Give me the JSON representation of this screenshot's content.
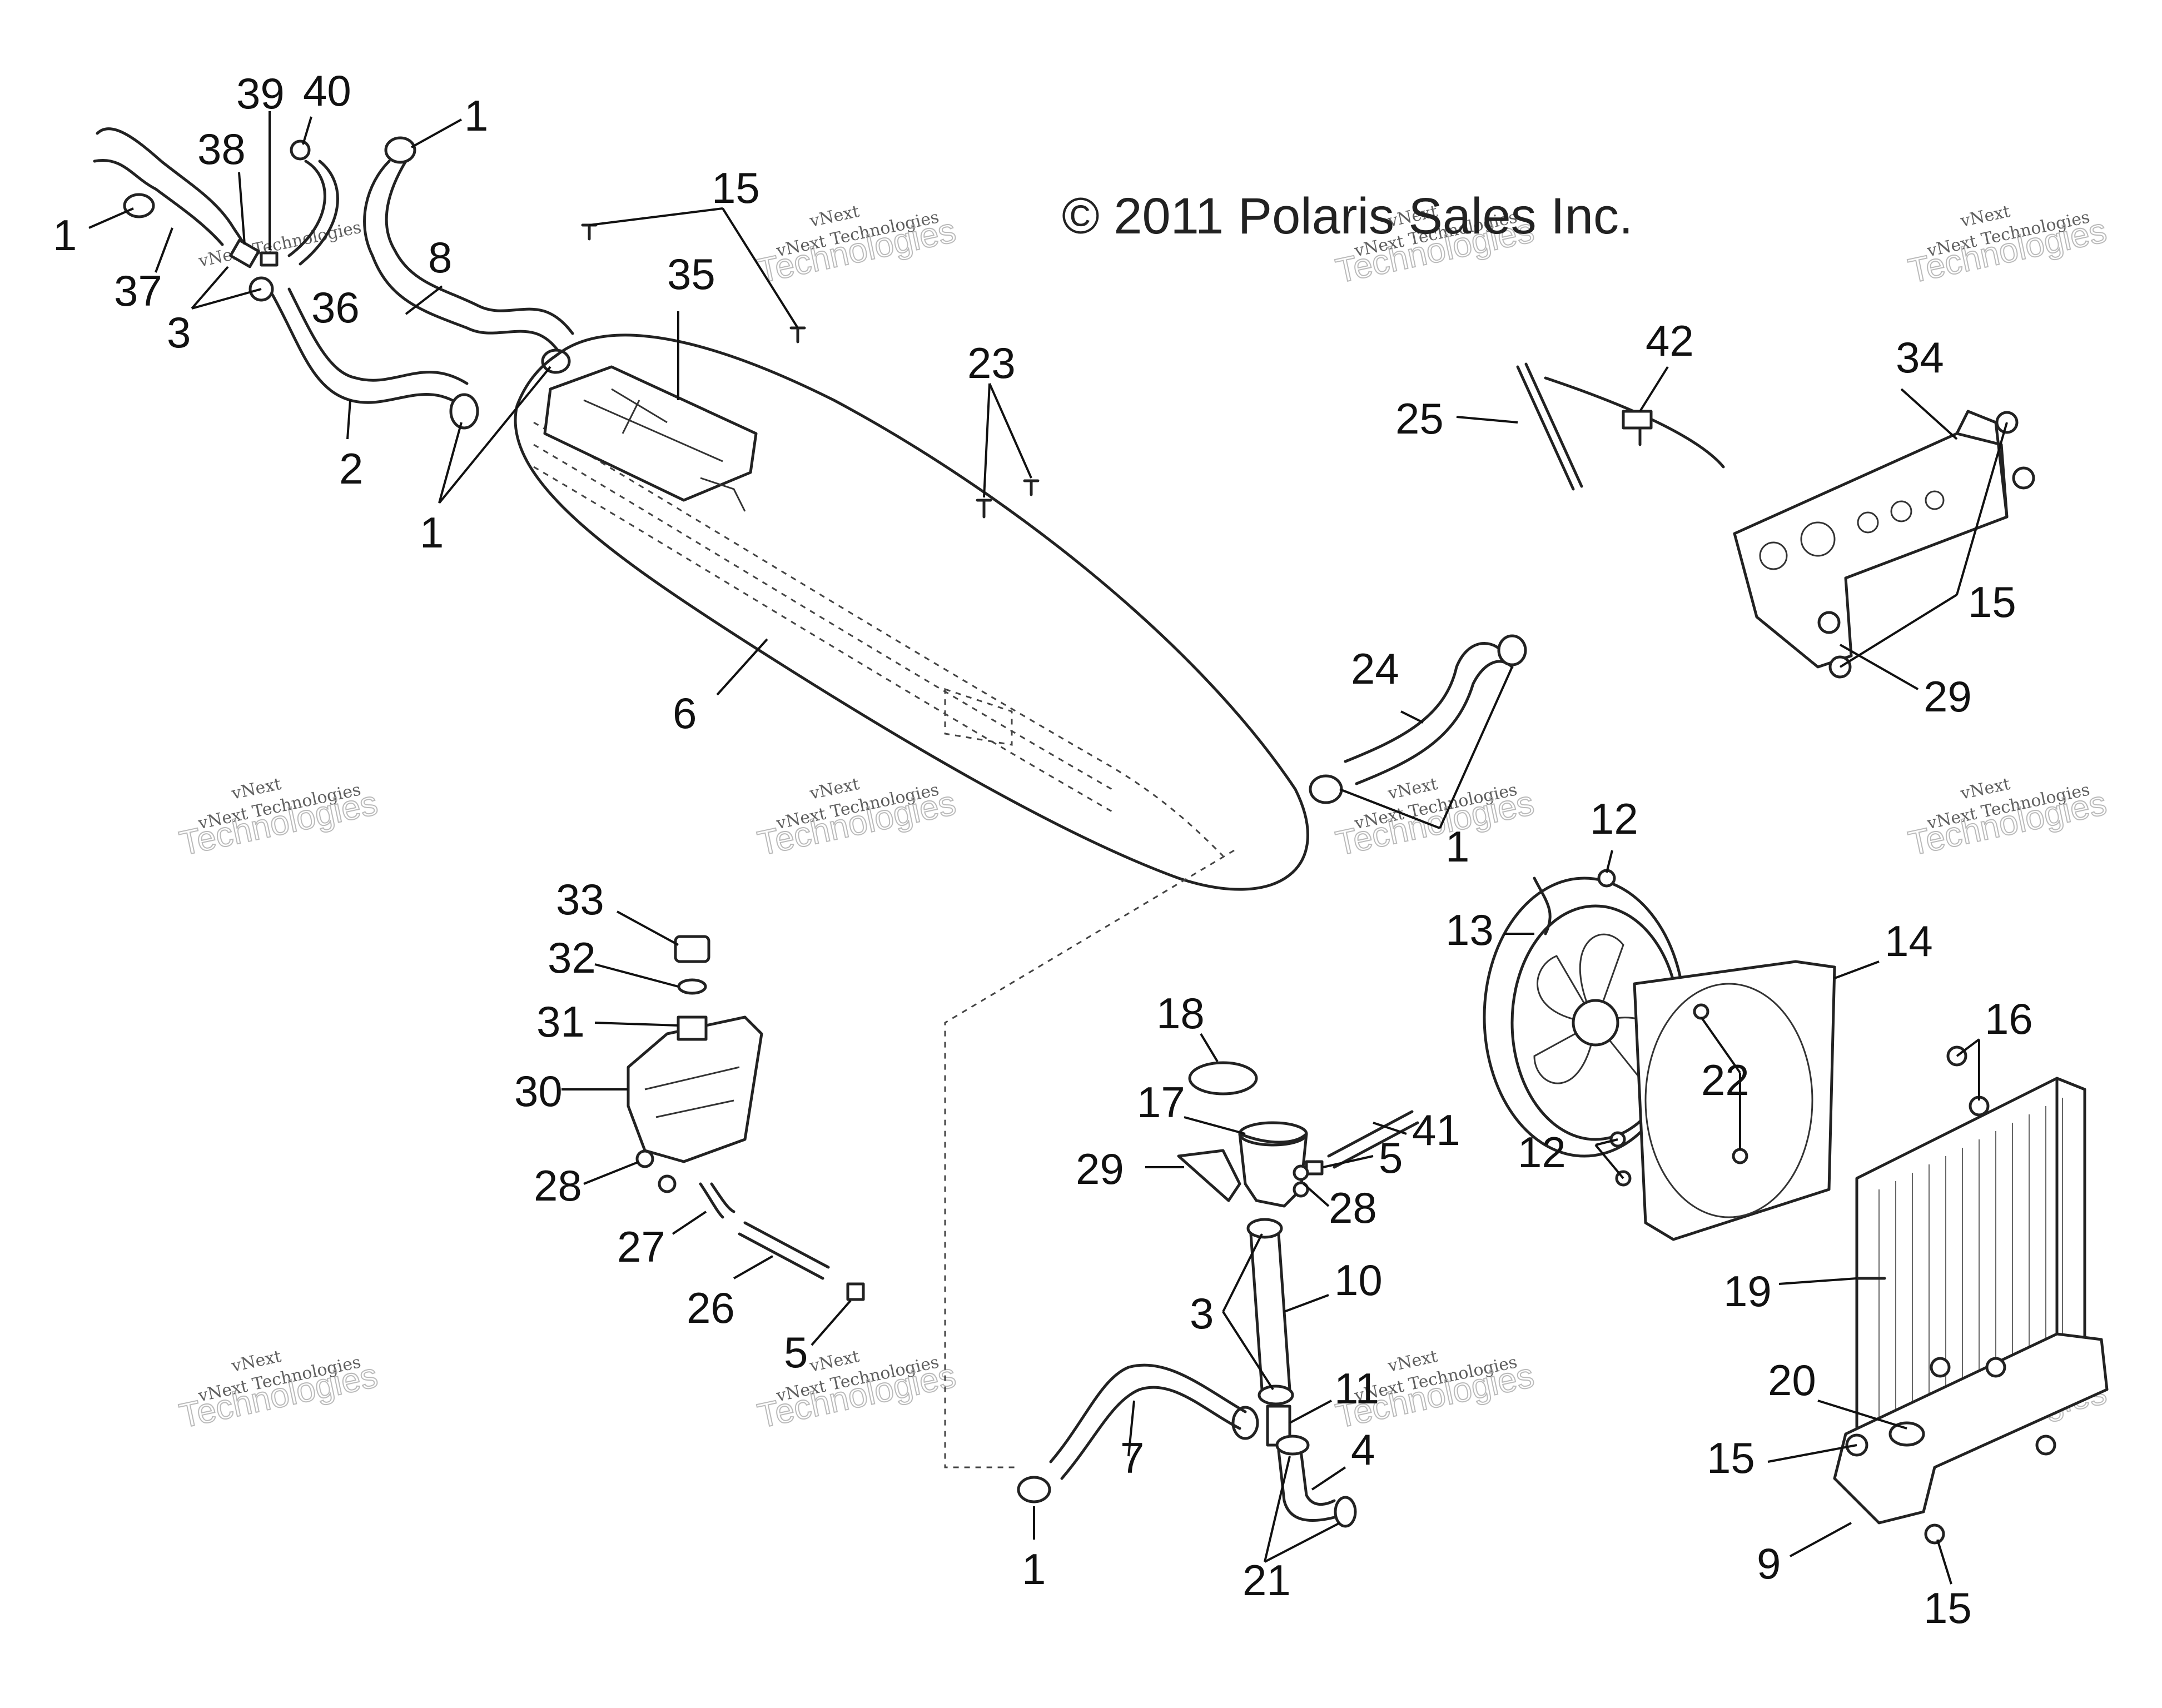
{
  "copyright": "© 2011 Polaris Sales Inc.",
  "watermark": {
    "line1": "vNext",
    "line2": "vNext Technologies",
    "line3": "Technologies"
  },
  "callouts": [
    {
      "id": "c1a",
      "label": "1"
    },
    {
      "id": "c37",
      "label": "37"
    },
    {
      "id": "c3a",
      "label": "3"
    },
    {
      "id": "c38",
      "label": "38"
    },
    {
      "id": "c39",
      "label": "39"
    },
    {
      "id": "c40",
      "label": "40"
    },
    {
      "id": "c36",
      "label": "36"
    },
    {
      "id": "c1b",
      "label": "1"
    },
    {
      "id": "c8",
      "label": "8"
    },
    {
      "id": "c2",
      "label": "2"
    },
    {
      "id": "c1c",
      "label": "1"
    },
    {
      "id": "c15a",
      "label": "15"
    },
    {
      "id": "c35",
      "label": "35"
    },
    {
      "id": "c6",
      "label": "6"
    },
    {
      "id": "c23",
      "label": "23"
    },
    {
      "id": "c25",
      "label": "25"
    },
    {
      "id": "c42",
      "label": "42"
    },
    {
      "id": "c34",
      "label": "34"
    },
    {
      "id": "c15b",
      "label": "15"
    },
    {
      "id": "c29a",
      "label": "29"
    },
    {
      "id": "c24",
      "label": "24"
    },
    {
      "id": "c1d",
      "label": "1"
    },
    {
      "id": "c12a",
      "label": "12"
    },
    {
      "id": "c13",
      "label": "13"
    },
    {
      "id": "c14",
      "label": "14"
    },
    {
      "id": "c22",
      "label": "22"
    },
    {
      "id": "c12b",
      "label": "12"
    },
    {
      "id": "c16",
      "label": "16"
    },
    {
      "id": "c19",
      "label": "19"
    },
    {
      "id": "c20",
      "label": "20"
    },
    {
      "id": "c15c",
      "label": "15"
    },
    {
      "id": "c9",
      "label": "9"
    },
    {
      "id": "c15d",
      "label": "15"
    },
    {
      "id": "c33",
      "label": "33"
    },
    {
      "id": "c32",
      "label": "32"
    },
    {
      "id": "c31",
      "label": "31"
    },
    {
      "id": "c30",
      "label": "30"
    },
    {
      "id": "c28a",
      "label": "28"
    },
    {
      "id": "c27",
      "label": "27"
    },
    {
      "id": "c26",
      "label": "26"
    },
    {
      "id": "c5a",
      "label": "5"
    },
    {
      "id": "c18",
      "label": "18"
    },
    {
      "id": "c17",
      "label": "17"
    },
    {
      "id": "c29b",
      "label": "29"
    },
    {
      "id": "c5b",
      "label": "5"
    },
    {
      "id": "c28b",
      "label": "28"
    },
    {
      "id": "c41",
      "label": "41"
    },
    {
      "id": "c3b",
      "label": "3"
    },
    {
      "id": "c10",
      "label": "10"
    },
    {
      "id": "c11",
      "label": "11"
    },
    {
      "id": "c7",
      "label": "7"
    },
    {
      "id": "c4",
      "label": "4"
    },
    {
      "id": "c1e",
      "label": "1"
    },
    {
      "id": "c21",
      "label": "21"
    }
  ]
}
